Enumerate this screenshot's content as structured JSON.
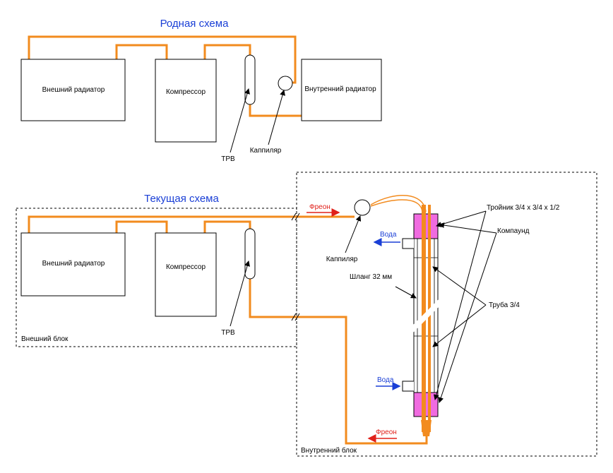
{
  "titles": {
    "native": "Родная схема",
    "current": "Текущая схема"
  },
  "native_scheme": {
    "outer_radiator": "Внешний радиатор",
    "compressor": "Компрессор",
    "inner_radiator": "Внутренний радиатор",
    "trv": "ТРВ",
    "capillary": "Каппиляр"
  },
  "current_scheme": {
    "outer_radiator": "Внешний радиатор",
    "compressor": "Компрессор",
    "trv": "ТРВ",
    "outer_unit": "Внешний блок",
    "inner_unit": "Внутренний блок",
    "capillary": "Каппиляр",
    "freon_top": "Фреон",
    "freon_bottom": "Фреон",
    "water_top": "Вода",
    "water_bottom": "Вода",
    "hose": "Шланг 32 мм",
    "tee": "Тройник 3/4 х 3/4 х 1/2",
    "compound": "Компаунд",
    "pipe": "Труба 3/4"
  },
  "colors": {
    "pipe": "#f28b1e",
    "title": "#1a3fd6",
    "water_arrow": "#1a3fd6",
    "freon_arrow": "#e0201a",
    "compound_fill": "#f06be0"
  }
}
